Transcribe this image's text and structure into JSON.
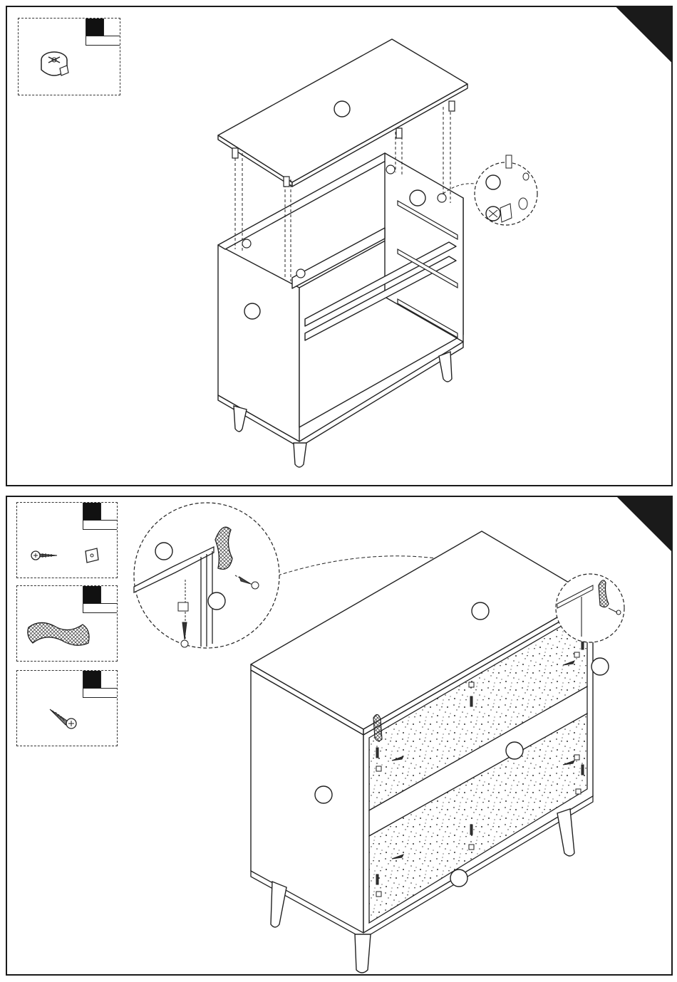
{
  "step1": {
    "corner_color": "#1a1a1a",
    "parts": [
      {
        "icon": "cam-lock-icon",
        "qty_shading": "black"
      }
    ],
    "callouts": [
      "part-circle-top",
      "part-circle-right-panel",
      "part-circle-left-side",
      "part-circle-detail"
    ]
  },
  "step2": {
    "corner_color": "#1a1a1a",
    "parts": [
      {
        "icon": "screw-and-bracket-icon",
        "qty_shading": "black"
      },
      {
        "icon": "felt-handle-icon",
        "qty_shading": "black"
      },
      {
        "icon": "screw-icon",
        "qty_shading": "black"
      }
    ],
    "drawer_pattern": "speckled"
  }
}
